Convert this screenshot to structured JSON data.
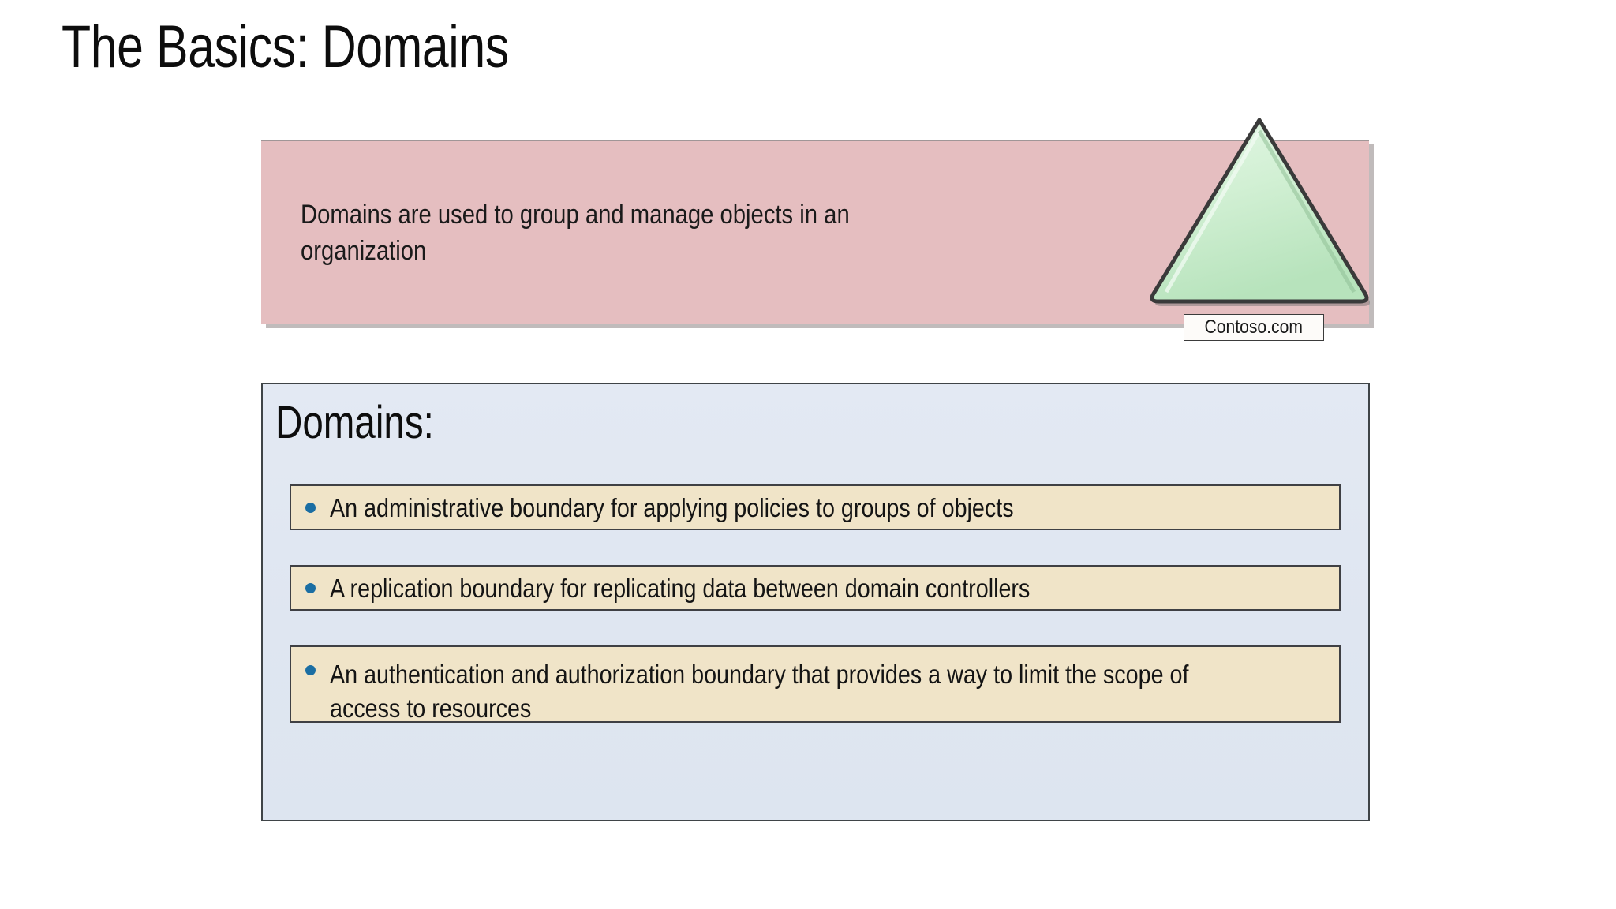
{
  "slide": {
    "title": "The Basics: Domains",
    "background_color": "#ffffff"
  },
  "pink_callout": {
    "text": "Domains are used to group and manage objects in an organization",
    "fill_color": "#e5bec0",
    "shadow_color": "#8c8484"
  },
  "domain_symbol": {
    "shape_name": "triangle",
    "fill_color": "#cceccd",
    "outline_color": "#3a3a3a",
    "label": "Contoso.com"
  },
  "domains_panel": {
    "heading": "Domains:",
    "fill_color": "#e1e8f3",
    "border_color": "#3f4447",
    "bullet_fill_color": "#f0e4c8",
    "bullet_dot_color": "#1b6ea3",
    "bullets": [
      {
        "text": "An administrative boundary for applying policies to groups of objects"
      },
      {
        "text": "A replication boundary for replicating data between domain controllers"
      },
      {
        "text": "An authentication and authorization boundary that provides a way to limit the scope of access to resources"
      }
    ]
  }
}
